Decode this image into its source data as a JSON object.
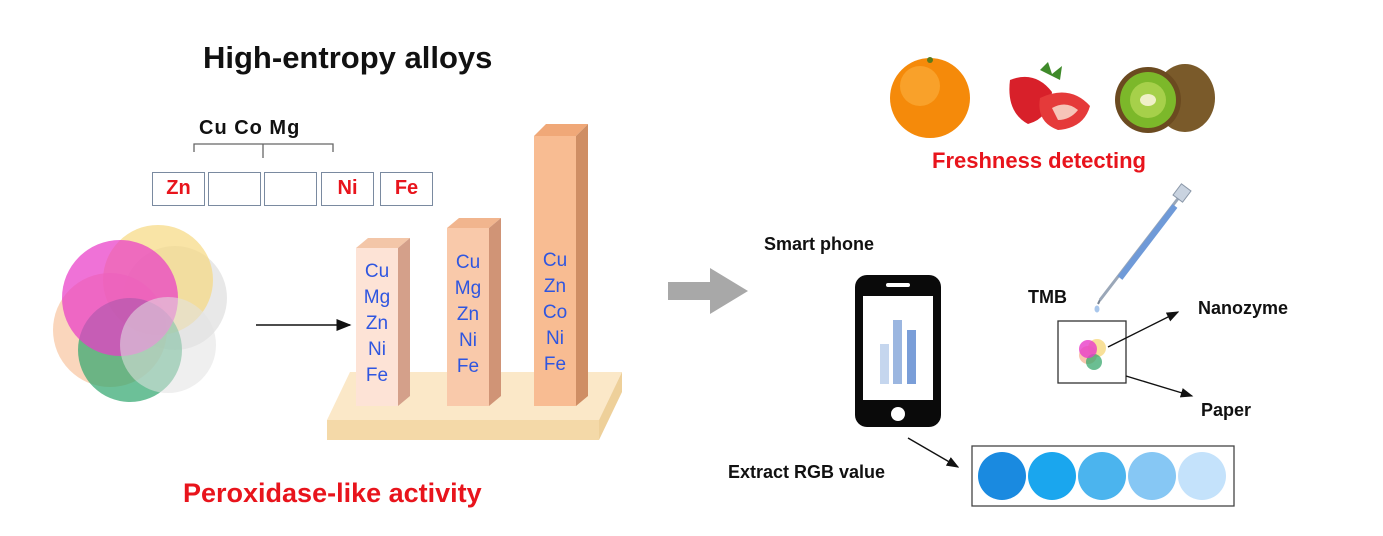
{
  "title": "High-entropy alloys",
  "top_elements": "Cu  Co  Mg",
  "slots": [
    "Zn",
    "",
    "",
    "Ni",
    "Fe"
  ],
  "columns": [
    [
      "Cu",
      "Mg",
      "Zn",
      "Ni",
      "Fe"
    ],
    [
      "Cu",
      "Mg",
      "Zn",
      "Ni",
      "Fe"
    ],
    [
      "Cu",
      "Zn",
      "Co",
      "Ni",
      "Fe"
    ]
  ],
  "bottom_left_label": "Peroxidase-like activity",
  "freshness_label": "Freshness detecting",
  "smart_phone_label": "Smart phone",
  "tmb_label": "TMB",
  "nanozyme_label": "Nanozyme",
  "paper_label": "Paper",
  "extract_label": "Extract RGB value",
  "colors": {
    "red_text": "#e8141c",
    "blue_text": "#2f56e0",
    "swatches": [
      "#1a8ae0",
      "#1aa6ee",
      "#4bb4ee",
      "#86c7f4",
      "#c4e2fb"
    ]
  },
  "icons": [
    "orange-icon",
    "strawberry-icon",
    "kiwi-icon",
    "pipette-icon",
    "smartphone-icon",
    "bar-chart-icon",
    "nanozyme-circles-icon",
    "arrow-icon"
  ]
}
